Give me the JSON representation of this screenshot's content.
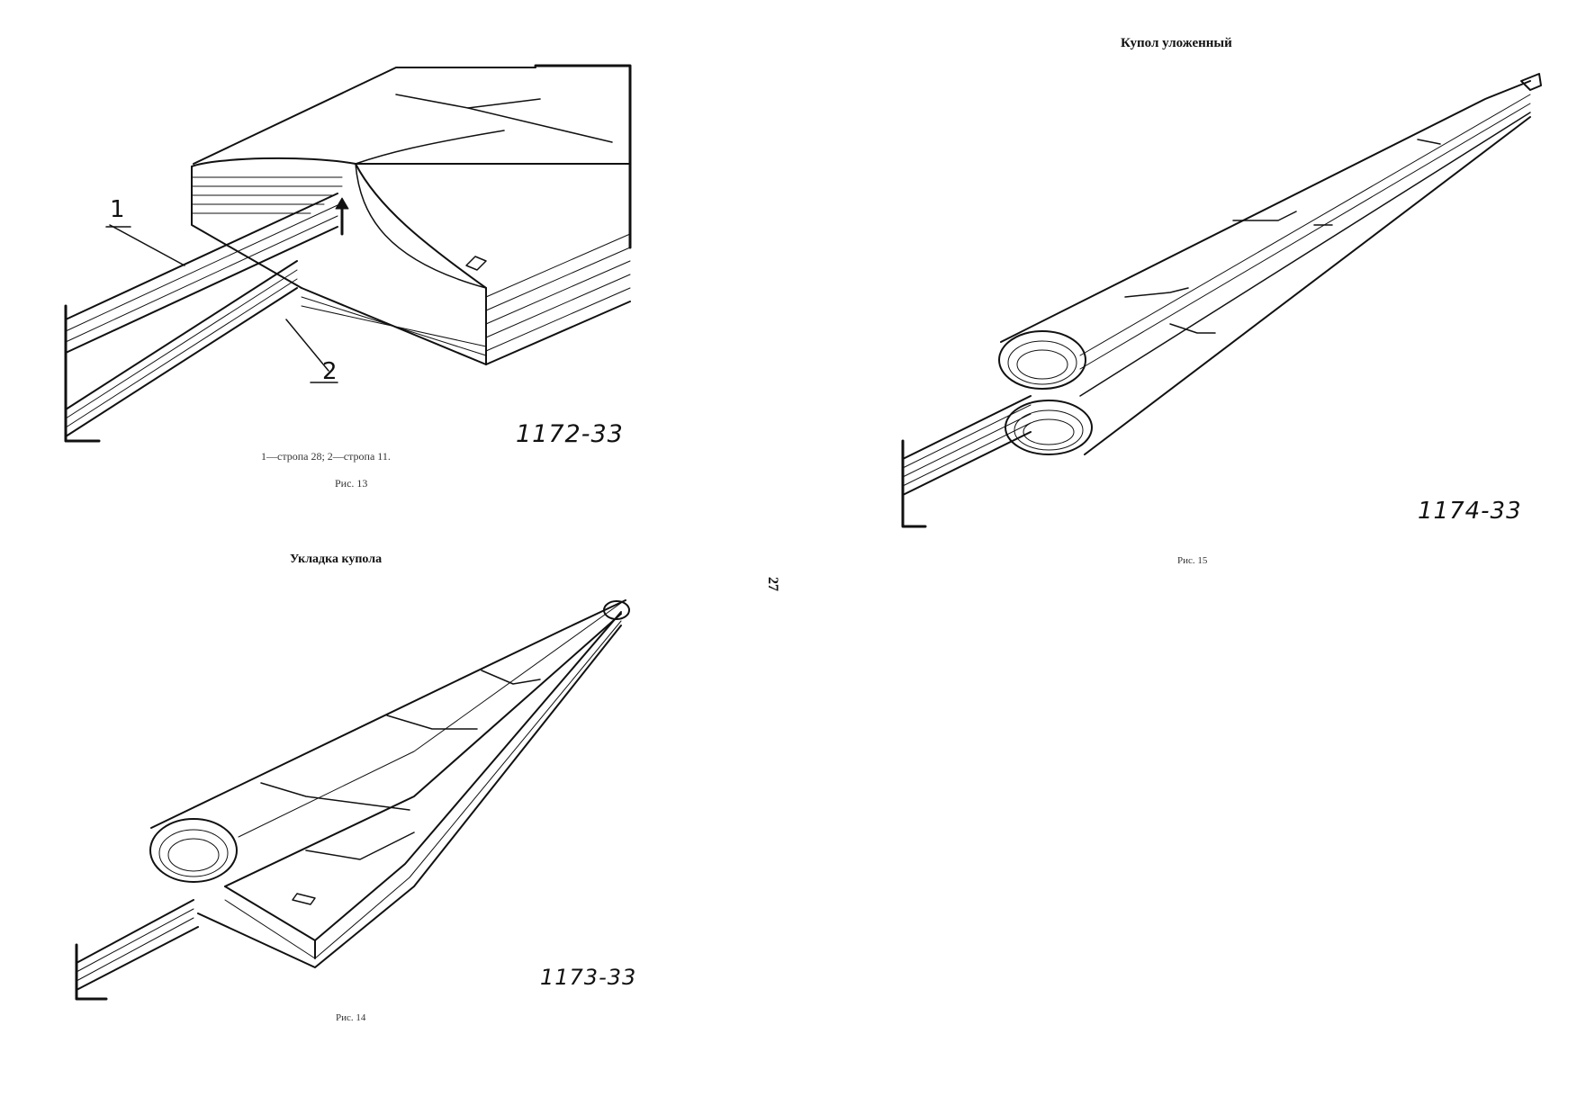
{
  "figure13": {
    "callout1": "1",
    "callout2": "2",
    "code": "1172-33",
    "legend": "1—стропа 28; 2—стропа 11.",
    "caption": "Рис. 13"
  },
  "figure14": {
    "title": "Укладка купола",
    "code": "1173-33",
    "caption": "Рис. 14"
  },
  "figure15": {
    "title": "Купол уложенный",
    "code": "1174-33",
    "caption": "Рис. 15"
  },
  "page_number": "27"
}
